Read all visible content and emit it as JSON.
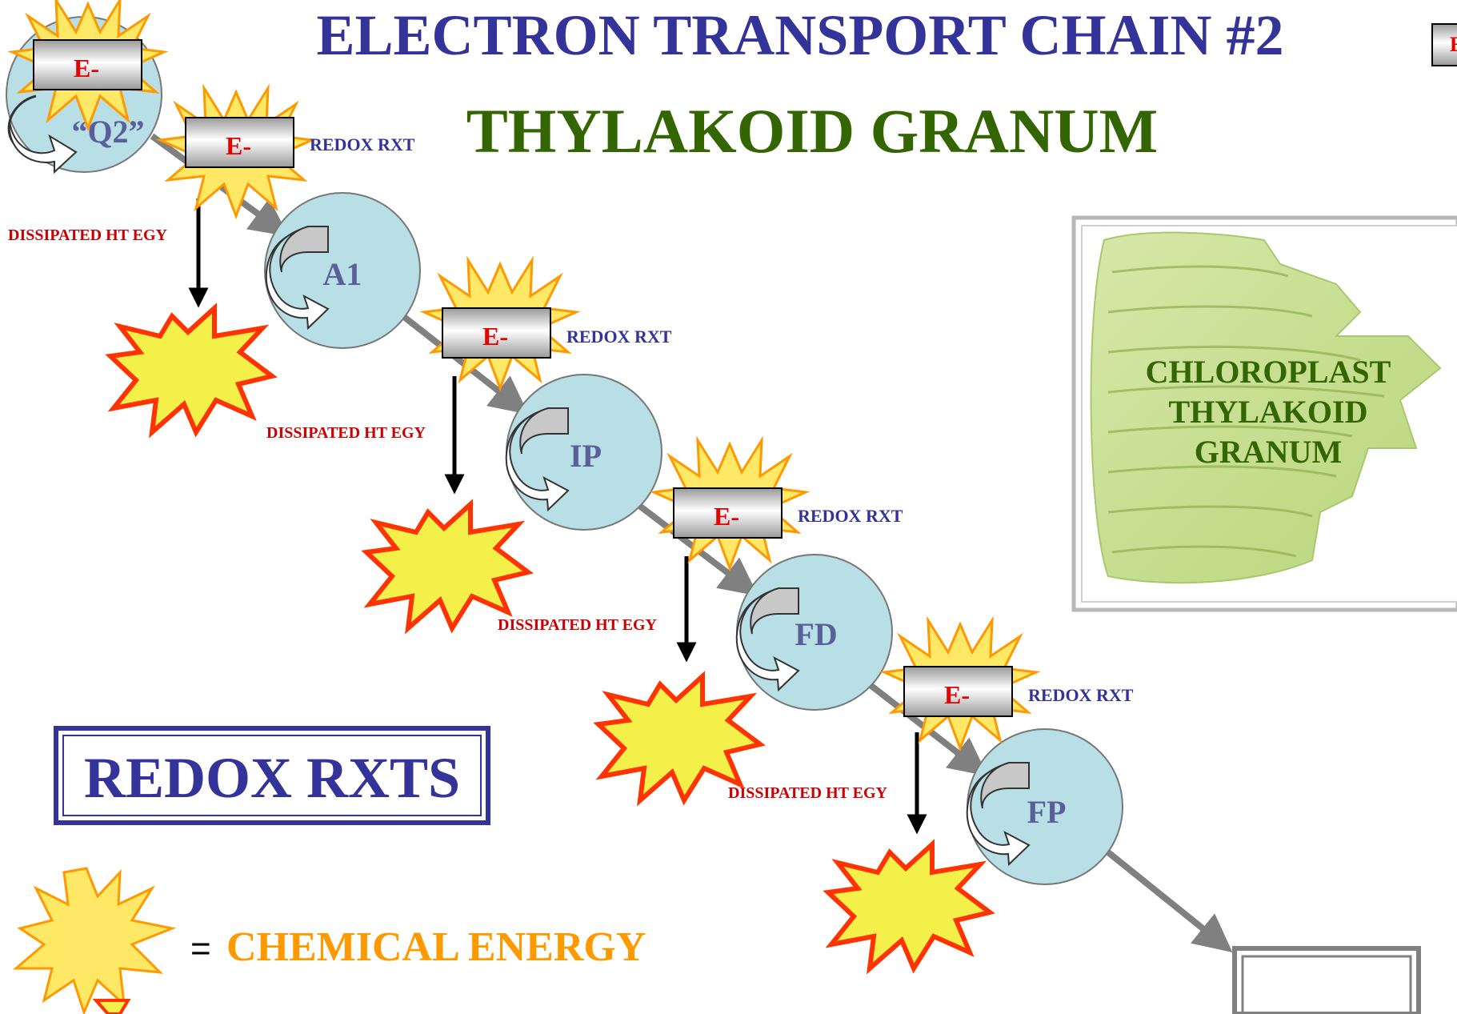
{
  "title": "ELECTRON TRANSPORT CHAIN #2",
  "subtitle": "THYLAKOID GRANUM",
  "corner_tag": "E",
  "electron_label": "E-",
  "redox_label": "REDOX RXT",
  "dissipated_label": "DISSIPATED HT EGY",
  "carriers": [
    "“Q2”",
    "A1",
    "IP",
    "FD",
    "FP"
  ],
  "chloroplast_caption": [
    "CHLOROPLAST",
    "THYLAKOID",
    "GRANUM"
  ],
  "redox_box_label": "REDOX RXTS",
  "legend": {
    "equals": "=",
    "chemical_energy": "CHEMICAL ENERGY"
  },
  "end_box_label": "",
  "colors": {
    "title_blue": "#333399",
    "subtitle_green": "#336600",
    "electron_red": "#e60000",
    "dissipated_red": "#cc0000",
    "carrier_fill": "#b8dfe5",
    "carrier_text": "#5a5f9a",
    "burst_orange": "#ffa500",
    "legend_orange": "#ff9900",
    "arrow_gray": "#808080"
  }
}
